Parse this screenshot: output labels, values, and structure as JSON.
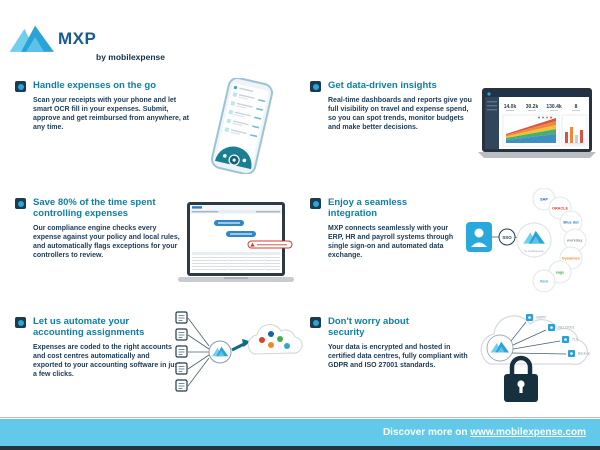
{
  "brand": {
    "name": "MXP",
    "tagline": "by mobilexpense"
  },
  "sections": [
    {
      "title": "Handle expenses on the go",
      "body": "Scan your receipts with your phone and let smart OCR fill in your expenses. Submit, approve and get reimbursed from anywhere, at any time."
    },
    {
      "title": "Get data-driven insights",
      "body": "Real-time dashboards and reports give you full visibility on travel and expense spend, so you can spot trends, monitor budgets and make better decisions."
    },
    {
      "title": "Save 80% of the time spent controlling expenses",
      "body": "Our compliance engine checks every expense against your policy and local rules, and automatically flags exceptions for your controllers to review."
    },
    {
      "title": "Enjoy a seamless integration",
      "body": "MXP connects seamlessly with your ERP, HR and payroll systems through single sign-on and automated data exchange."
    },
    {
      "title": "Let us automate your accounting assignments",
      "body": "Expenses are coded to the right accounts and cost centres automatically and exported to your accounting software in just a few clicks."
    },
    {
      "title": "Don't worry about security",
      "body": "Your data is encrypted and hosted in certified data centres, fully compliant with GDPR and ISO 27001 standards."
    }
  ],
  "integration": {
    "sso_label": "SSO",
    "hub_tagline": "by mobilexpense",
    "partners": [
      {
        "name": "SAP",
        "color": "#1565a7"
      },
      {
        "name": "ORACLE",
        "color": "#e03a2f"
      },
      {
        "name": "Blue dot",
        "color": "#1f7ac4"
      },
      {
        "name": "workday.",
        "color": "#8a959e"
      },
      {
        "name": "Dynamics",
        "color": "#f0892c"
      },
      {
        "name": "sage",
        "color": "#3fae49"
      },
      {
        "name": "Xero",
        "color": "#2ea7c9"
      }
    ]
  },
  "dashboard": {
    "kpis": [
      "14.0k",
      "30.2k",
      "130.4k",
      "8"
    ]
  },
  "erp_cloud": {
    "logo_colors": [
      "#d8402f",
      "#1565a7",
      "#3fae49",
      "#f0892c",
      "#2ea7c9"
    ]
  },
  "security": {
    "labels": [
      "GDPR",
      "ISO 27001",
      "TLS",
      "Back-up"
    ]
  },
  "footer": {
    "prefix": "Discover more on ",
    "link": "www.mobilexpense.com"
  },
  "colors": {
    "accent_teal": "#0e7fa6",
    "navy": "#1c3a55",
    "footer_blue": "#62c9ea",
    "logo_blue": "#2aa4d8",
    "logo_light": "#6fd0ee",
    "phone_teal": "#1a7f93"
  }
}
